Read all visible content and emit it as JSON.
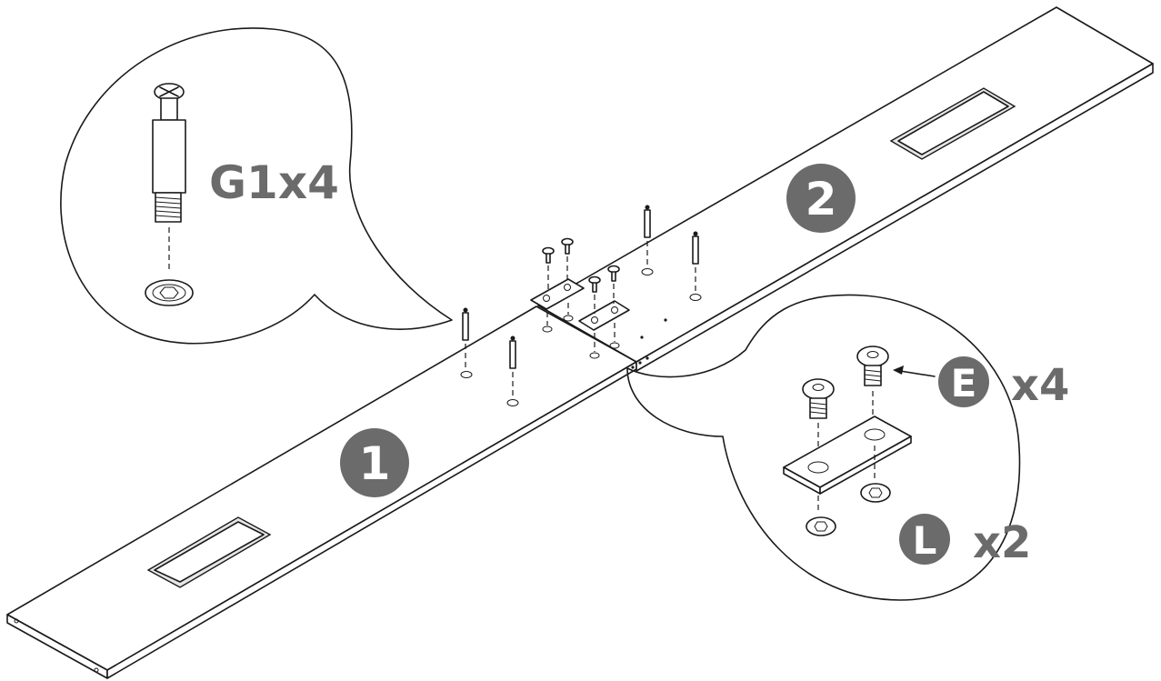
{
  "parts": {
    "panel_1": {
      "number": "1"
    },
    "panel_2": {
      "number": "2"
    },
    "callout_g": {
      "label": "G1x4"
    },
    "callout_e": {
      "letter": "E",
      "quantity": "x4"
    },
    "callout_l": {
      "letter": "L",
      "quantity": "x2"
    }
  },
  "colors": {
    "badge": "#6b6b6b",
    "line": "#1a1a1a",
    "label": "#6b6b6b"
  }
}
